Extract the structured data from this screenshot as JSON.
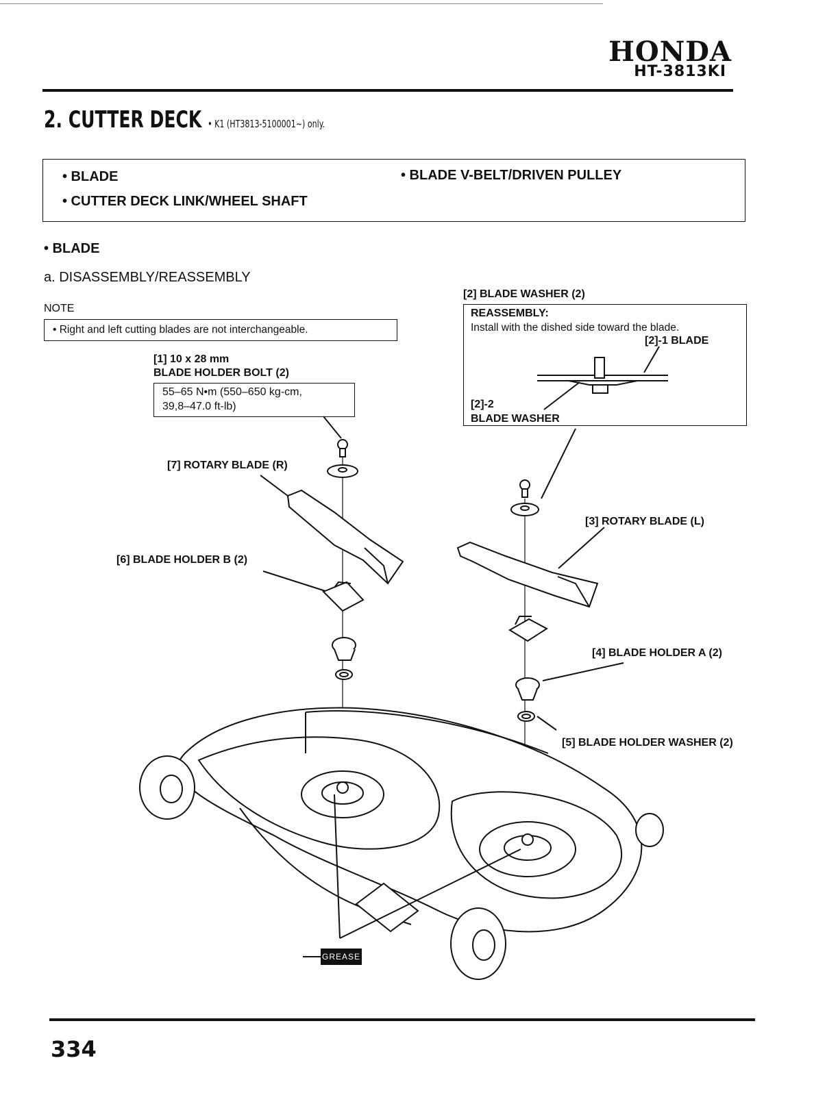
{
  "header": {
    "brand": "HONDA",
    "model": "HT-3813KI"
  },
  "title": {
    "main": "2. CUTTER DECK",
    "sub": "• K1 (HT3813-5100001~) only."
  },
  "toc": {
    "item1": "• BLADE",
    "item2": "• CUTTER DECK LINK/WHEEL SHAFT",
    "item3": "• BLADE V-BELT/DRIVEN PULLEY"
  },
  "section": {
    "heading": "• BLADE",
    "subheading": "a. DISASSEMBLY/REASSEMBLY"
  },
  "note": {
    "label": "NOTE",
    "text": "•  Right and left cutting blades are not interchangeable."
  },
  "callouts": {
    "bolt_line1": "[1] 10 x 28 mm",
    "bolt_line2": "BLADE HOLDER BOLT (2)",
    "torque_line1": "55–65 N•m (550–650 kg-cm,",
    "torque_line2": "39,8–47.0 ft-lb)",
    "washer": "[2] BLADE WASHER (2)",
    "rotary_l": "[3] ROTARY BLADE (L)",
    "holder_a": "[4] BLADE HOLDER A (2)",
    "holder_washer": "[5] BLADE HOLDER WASHER (2)",
    "holder_b": "[6] BLADE HOLDER B (2)",
    "rotary_r": "[7] ROTARY BLADE (R)"
  },
  "reassembly": {
    "heading": "REASSEMBLY:",
    "text": "Install with the dished side toward the blade.",
    "blade_label": "[2]-1 BLADE",
    "washer_line1": "[2]-2",
    "washer_line2": "BLADE WASHER"
  },
  "grease": "GREASE",
  "page_number": "334"
}
